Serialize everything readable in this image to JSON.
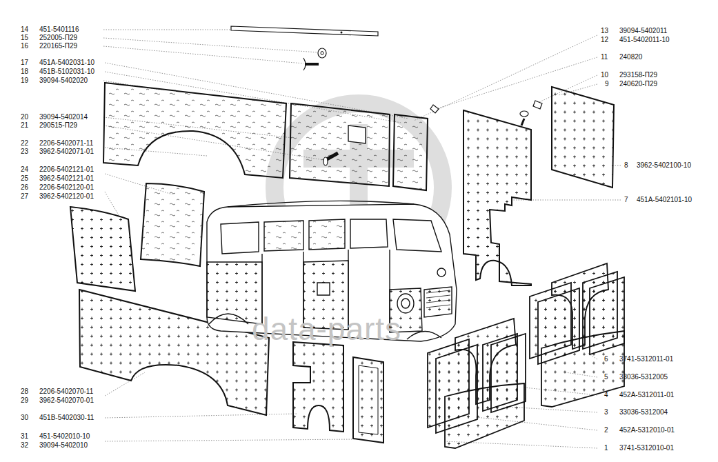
{
  "diagram": {
    "labels": [
      "14",
      "451-5401116",
      "15",
      "252005-П29",
      "16",
      "220165-П29",
      "17",
      "451А-5402031-10",
      "18",
      "451В-5102031-10",
      "19",
      "39094-5402020",
      "20",
      "39094-5402014",
      "21",
      "290515-П29",
      "22",
      "2206-5402071-11",
      "23",
      "3962-5402071-01",
      "24",
      "2206-5402121-01",
      "25",
      "3962-5402121-01",
      "26",
      "2206-5402120-01",
      "27",
      "3962-5402120-01",
      "28",
      "2206-5402070-11",
      "29",
      "3962-5402070-01",
      "30",
      "451В-5402030-11",
      "31",
      "451-5402010-10",
      "32",
      "39094-5402010",
      "13",
      "39094-5402011",
      "12",
      "451-5402011-10",
      "11",
      "240820",
      "10",
      "293158-П29",
      "9",
      "240620-П29",
      "8",
      "3962-5402100-10",
      "7",
      "451А-5402101-10",
      "6",
      "3741-5312011-01",
      "5",
      "33036-5312005",
      "4",
      "452А-5312011-01",
      "3",
      "33036-5312004",
      "2",
      "452А-5312010-01",
      "1",
      "3741-5312010-01",
      "data-parts"
    ]
  }
}
